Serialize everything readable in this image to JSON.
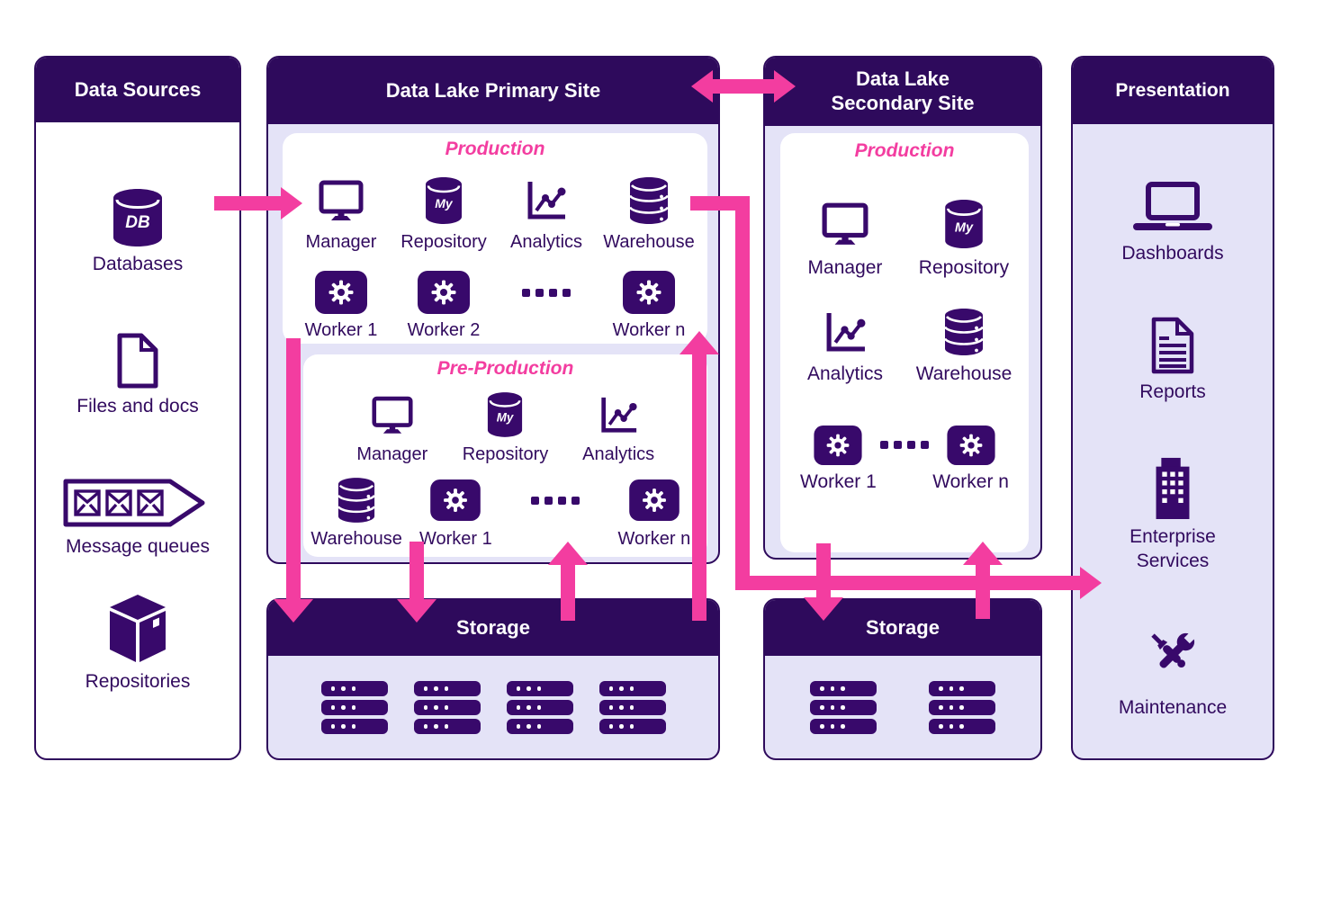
{
  "colors": {
    "header_bg": "#2E0A5C",
    "body_lavender": "#E4E3F7",
    "accent_pink": "#F33DA0",
    "icon_purple": "#38096B",
    "text_purple": "#310A5E",
    "white": "#FFFFFF"
  },
  "panels": {
    "data_sources": {
      "title": "Data Sources",
      "items": [
        {
          "icon": "database-cylinder-icon",
          "badge": "DB",
          "label": "Databases"
        },
        {
          "icon": "file-icon",
          "label": "Files and docs"
        },
        {
          "icon": "message-queue-icon",
          "label": "Message queues"
        },
        {
          "icon": "package-box-icon",
          "label": "Repositories"
        }
      ]
    },
    "primary_site": {
      "title": "Data Lake Primary Site",
      "production": {
        "title": "Production",
        "services": [
          {
            "icon": "monitor-icon",
            "label": "Manager"
          },
          {
            "icon": "mysql-cylinder-icon",
            "badge": "My",
            "label": "Repository"
          },
          {
            "icon": "analytics-chart-icon",
            "label": "Analytics"
          },
          {
            "icon": "database-stack-icon",
            "label": "Warehouse"
          }
        ],
        "workers": [
          {
            "icon": "gear-tile-icon",
            "label": "Worker 1"
          },
          {
            "icon": "gear-tile-icon",
            "label": "Worker 2"
          },
          {
            "icon": "ellipsis-icon",
            "label": ""
          },
          {
            "icon": "gear-tile-icon",
            "label": "Worker n"
          }
        ]
      },
      "preproduction": {
        "title": "Pre-Production",
        "row1": [
          {
            "icon": "monitor-icon",
            "label": "Manager"
          },
          {
            "icon": "mysql-cylinder-icon",
            "badge": "My",
            "label": "Repository"
          },
          {
            "icon": "analytics-chart-icon",
            "label": "Analytics"
          }
        ],
        "row2": [
          {
            "icon": "database-stack-icon",
            "label": "Warehouse"
          },
          {
            "icon": "gear-tile-icon",
            "label": "Worker 1"
          },
          {
            "icon": "ellipsis-icon",
            "label": ""
          },
          {
            "icon": "gear-tile-icon",
            "label": "Worker n"
          }
        ]
      },
      "storage": {
        "title": "Storage",
        "rack_count": 4
      }
    },
    "secondary_site": {
      "title": "Data Lake\nSecondary Site",
      "production": {
        "title": "Production",
        "services": [
          {
            "icon": "monitor-icon",
            "label": "Manager"
          },
          {
            "icon": "mysql-cylinder-icon",
            "badge": "My",
            "label": "Repository"
          },
          {
            "icon": "analytics-chart-icon",
            "label": "Analytics"
          },
          {
            "icon": "database-stack-icon",
            "label": "Warehouse"
          }
        ],
        "workers": [
          {
            "icon": "gear-tile-icon",
            "label": "Worker 1"
          },
          {
            "icon": "ellipsis-icon",
            "label": ""
          },
          {
            "icon": "gear-tile-icon",
            "label": "Worker n"
          }
        ]
      },
      "storage": {
        "title": "Storage",
        "rack_count": 2
      }
    },
    "presentation": {
      "title": "Presentation",
      "items": [
        {
          "icon": "laptop-icon",
          "label": "Dashboards"
        },
        {
          "icon": "report-icon",
          "label": "Reports"
        },
        {
          "icon": "building-icon",
          "label": "Enterprise\nServices"
        },
        {
          "icon": "tools-icon",
          "label": "Maintenance"
        }
      ]
    }
  },
  "arrows": [
    {
      "name": "arrow-sources-to-primary",
      "direction": "right"
    },
    {
      "name": "arrow-primary-secondary-sync",
      "direction": "both"
    },
    {
      "name": "arrow-warehouse-to-enterprise-services",
      "direction": "right-elbow"
    },
    {
      "name": "arrow-production-to-storage",
      "direction": "down"
    },
    {
      "name": "arrow-preproduction-to-storage",
      "direction": "down"
    },
    {
      "name": "arrow-storage-to-preproduction",
      "direction": "up"
    },
    {
      "name": "arrow-storage-to-production",
      "direction": "up"
    },
    {
      "name": "arrow-secondary-production-to-storage",
      "direction": "down"
    },
    {
      "name": "arrow-secondary-storage-to-production",
      "direction": "up"
    }
  ]
}
